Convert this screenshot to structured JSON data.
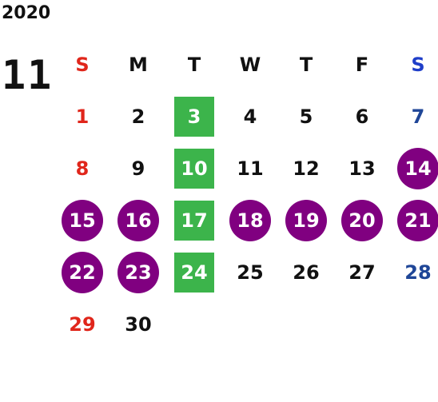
{
  "year": "2020",
  "month": "11",
  "weekdays": [
    "S",
    "M",
    "T",
    "W",
    "T",
    "F",
    "S"
  ],
  "colors": {
    "sunday_text": "#e0261b",
    "saturday_text": "#1f4697",
    "green_marker": "#3cb44b",
    "purple_marker": "#800080"
  },
  "days": [
    {
      "label": "1",
      "col": 0,
      "row": 0,
      "mark": "none"
    },
    {
      "label": "2",
      "col": 1,
      "row": 0,
      "mark": "none"
    },
    {
      "label": "3",
      "col": 2,
      "row": 0,
      "mark": "green-square"
    },
    {
      "label": "4",
      "col": 3,
      "row": 0,
      "mark": "none"
    },
    {
      "label": "5",
      "col": 4,
      "row": 0,
      "mark": "none"
    },
    {
      "label": "6",
      "col": 5,
      "row": 0,
      "mark": "none"
    },
    {
      "label": "7",
      "col": 6,
      "row": 0,
      "mark": "none"
    },
    {
      "label": "8",
      "col": 0,
      "row": 1,
      "mark": "none"
    },
    {
      "label": "9",
      "col": 1,
      "row": 1,
      "mark": "none"
    },
    {
      "label": "10",
      "col": 2,
      "row": 1,
      "mark": "green-square"
    },
    {
      "label": "11",
      "col": 3,
      "row": 1,
      "mark": "none"
    },
    {
      "label": "12",
      "col": 4,
      "row": 1,
      "mark": "none"
    },
    {
      "label": "13",
      "col": 5,
      "row": 1,
      "mark": "none"
    },
    {
      "label": "14",
      "col": 6,
      "row": 1,
      "mark": "purple-circle"
    },
    {
      "label": "15",
      "col": 0,
      "row": 2,
      "mark": "purple-circle"
    },
    {
      "label": "16",
      "col": 1,
      "row": 2,
      "mark": "purple-circle"
    },
    {
      "label": "17",
      "col": 2,
      "row": 2,
      "mark": "green-square"
    },
    {
      "label": "18",
      "col": 3,
      "row": 2,
      "mark": "purple-circle"
    },
    {
      "label": "19",
      "col": 4,
      "row": 2,
      "mark": "purple-circle"
    },
    {
      "label": "20",
      "col": 5,
      "row": 2,
      "mark": "purple-circle"
    },
    {
      "label": "21",
      "col": 6,
      "row": 2,
      "mark": "purple-circle"
    },
    {
      "label": "22",
      "col": 0,
      "row": 3,
      "mark": "purple-circle"
    },
    {
      "label": "23",
      "col": 1,
      "row": 3,
      "mark": "purple-circle"
    },
    {
      "label": "24",
      "col": 2,
      "row": 3,
      "mark": "green-square"
    },
    {
      "label": "25",
      "col": 3,
      "row": 3,
      "mark": "none"
    },
    {
      "label": "26",
      "col": 4,
      "row": 3,
      "mark": "none"
    },
    {
      "label": "27",
      "col": 5,
      "row": 3,
      "mark": "none"
    },
    {
      "label": "28",
      "col": 6,
      "row": 3,
      "mark": "none"
    },
    {
      "label": "29",
      "col": 0,
      "row": 4,
      "mark": "none"
    },
    {
      "label": "30",
      "col": 1,
      "row": 4,
      "mark": "none"
    }
  ]
}
